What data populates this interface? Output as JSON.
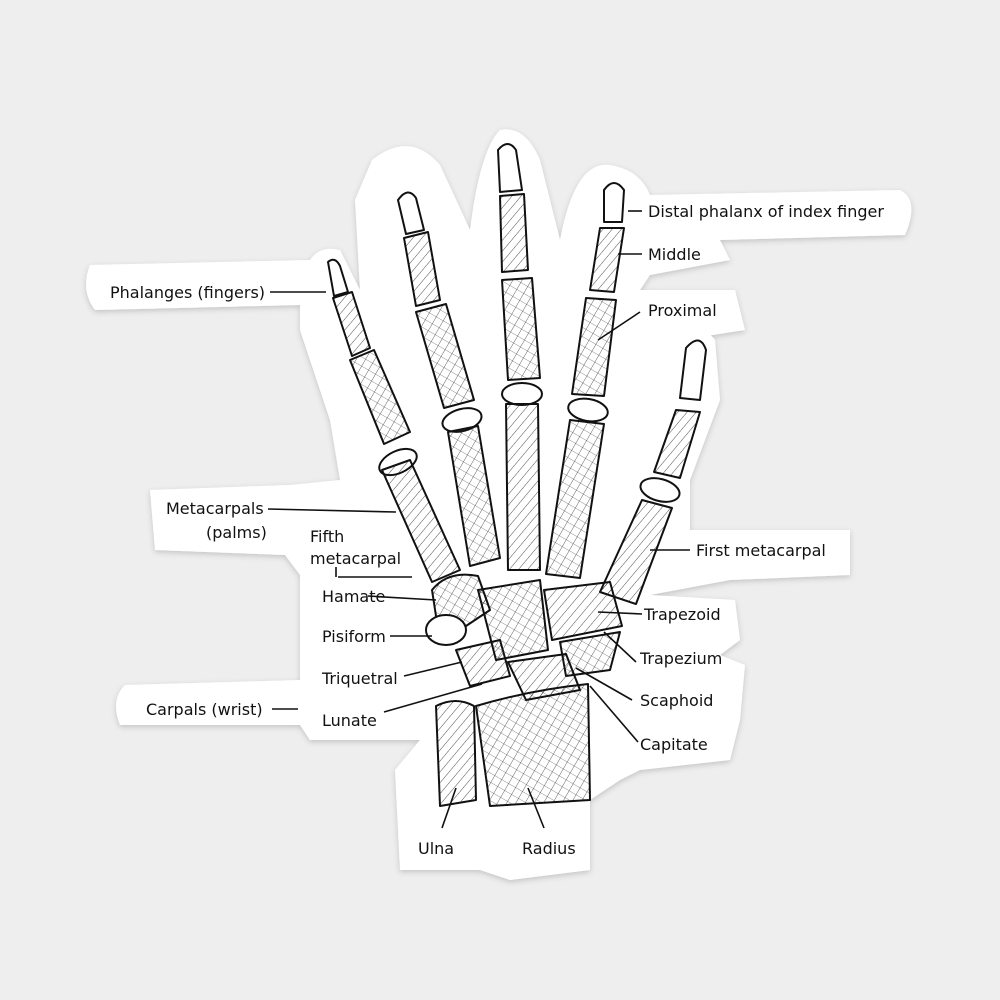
{
  "colors": {
    "background": "#eeeeee",
    "sticker": "#ffffff",
    "ink": "#111111"
  },
  "labels": {
    "distal": "Distal phalanx of index finger",
    "middle": "Middle",
    "proximal": "Proximal",
    "phalanges": "Phalanges (fingers)",
    "metacarpals_1": "Metacarpals",
    "metacarpals_2": "(palms)",
    "fifth_1": "Fifth",
    "fifth_2": "metacarpal",
    "first_metacarpal": "First metacarpal",
    "hamate": "Hamate",
    "pisiform": "Pisiform",
    "triquetral": "Triquetral",
    "lunate": "Lunate",
    "carpals": "Carpals (wrist)",
    "trapezoid": "Trapezoid",
    "trapezium": "Trapezium",
    "scaphoid": "Scaphoid",
    "capitate": "Capitate",
    "ulna": "Ulna",
    "radius": "Radius"
  }
}
